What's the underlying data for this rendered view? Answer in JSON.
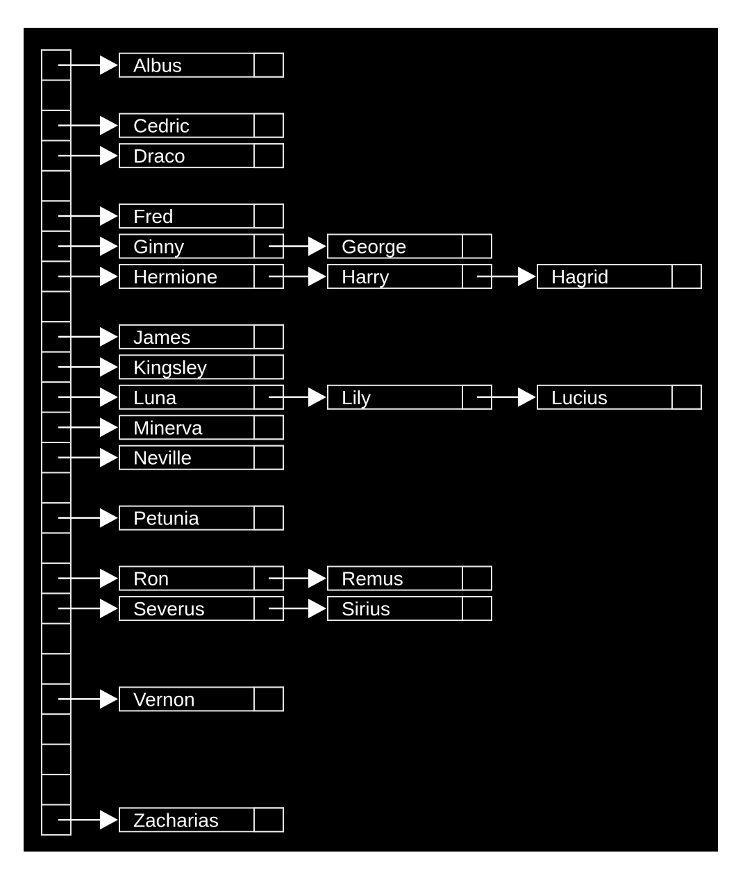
{
  "colors": {
    "background": "#000000",
    "stroke": "#e6e6e6",
    "text": "#ffffff"
  },
  "table": {
    "slot_count": 26,
    "buckets": [
      {
        "slot": 0,
        "chain": [
          "Albus"
        ]
      },
      {
        "slot": 2,
        "chain": [
          "Cedric"
        ]
      },
      {
        "slot": 3,
        "chain": [
          "Draco"
        ]
      },
      {
        "slot": 5,
        "chain": [
          "Fred"
        ]
      },
      {
        "slot": 6,
        "chain": [
          "Ginny",
          "George"
        ]
      },
      {
        "slot": 7,
        "chain": [
          "Hermione",
          "Harry",
          "Hagrid"
        ]
      },
      {
        "slot": 9,
        "chain": [
          "James"
        ]
      },
      {
        "slot": 10,
        "chain": [
          "Kingsley"
        ]
      },
      {
        "slot": 11,
        "chain": [
          "Luna",
          "Lily",
          "Lucius"
        ]
      },
      {
        "slot": 12,
        "chain": [
          "Minerva"
        ]
      },
      {
        "slot": 13,
        "chain": [
          "Neville"
        ]
      },
      {
        "slot": 15,
        "chain": [
          "Petunia"
        ]
      },
      {
        "slot": 17,
        "chain": [
          "Ron",
          "Remus"
        ]
      },
      {
        "slot": 18,
        "chain": [
          "Severus",
          "Sirius"
        ]
      },
      {
        "slot": 21,
        "chain": [
          "Vernon"
        ]
      },
      {
        "slot": 25,
        "chain": [
          "Zacharias"
        ]
      }
    ]
  }
}
